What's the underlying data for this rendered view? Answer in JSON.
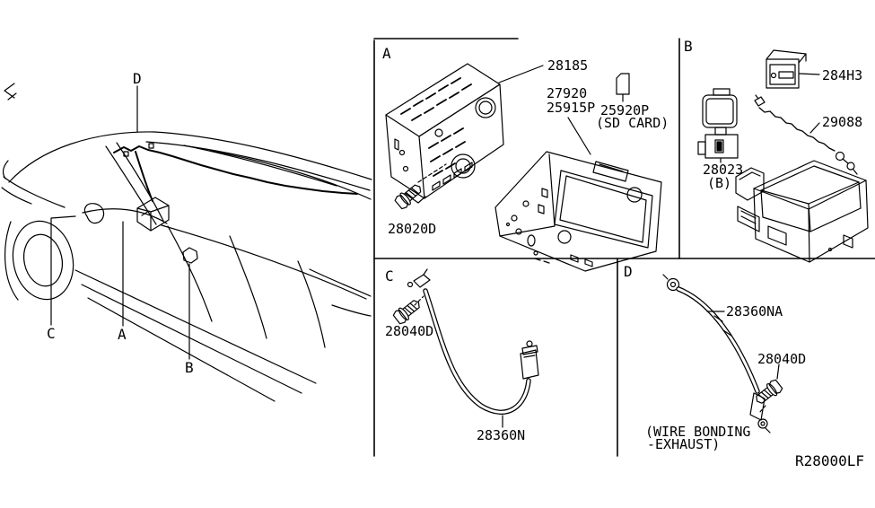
{
  "colors": {
    "line": "#000000",
    "background": "#ffffff"
  },
  "ref_code": "R28000LF",
  "car": {
    "callout_a": "A",
    "callout_b": "B",
    "callout_c": "C",
    "callout_d": "D"
  },
  "panel_a": {
    "letter": "A",
    "part_28185": "28185",
    "part_27920": "27920",
    "part_25915p": "25915P",
    "part_25920p": "25920P",
    "sd_card_note": "(SD CARD)",
    "part_28020d": "28020D"
  },
  "panel_b": {
    "letter": "B",
    "part_284h3": "284H3",
    "part_29088": "29088",
    "part_28023": "28023",
    "sub_note": "(B)"
  },
  "panel_c": {
    "letter": "C",
    "part_28040d": "28040D",
    "part_28360n": "28360N"
  },
  "panel_d": {
    "letter": "D",
    "part_28360na": "28360NA",
    "part_28040d": "28040D",
    "note_line1": "(WIRE BONDING",
    "note_line2": "-EXHAUST)"
  }
}
